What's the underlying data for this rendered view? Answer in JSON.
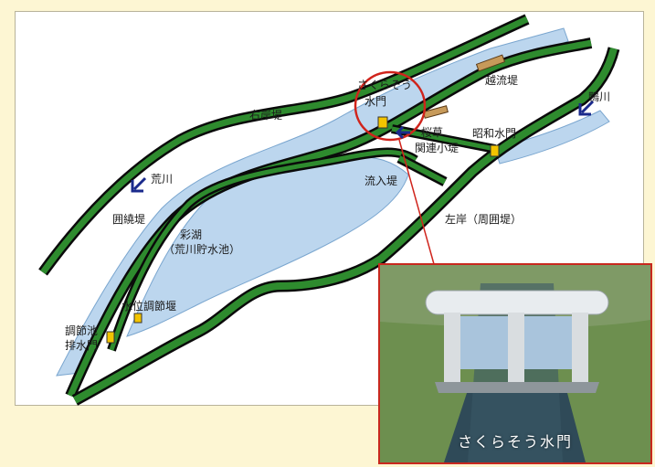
{
  "labels": {
    "right_bank": "右岸堤",
    "arakawa": "荒川",
    "enclosing_levee": "囲繞堤",
    "saiko": "彩湖",
    "reservoir": "（荒川貯水池）",
    "water_level_weir": "水位調節堰",
    "drainage_gate_l1": "調節池",
    "drainage_gate_l2": "排水門",
    "sakurasou_gate_l1": "さくらそう",
    "sakurasou_gate_l2": "水門",
    "sakurakusa_l1": "桜草",
    "sakurakusa_l2": "関連小堤",
    "showa_gate": "昭和水門",
    "inflow_levee": "流入堤",
    "overflow_levee": "越流堤",
    "kamo_river": "鴨川",
    "left_bank": "左岸（周囲堤）"
  },
  "photo": {
    "caption": "さくらそう水門"
  },
  "colors": {
    "levee_green": "#2e8b2e",
    "levee_dark": "#0a0a0a",
    "water_blue": "#bcd6ee",
    "water_stroke": "#7aa6cf",
    "arrow_navy": "#1a2a8c",
    "highlight_red": "#d0241c",
    "page_bg": "#fdf6d3"
  }
}
